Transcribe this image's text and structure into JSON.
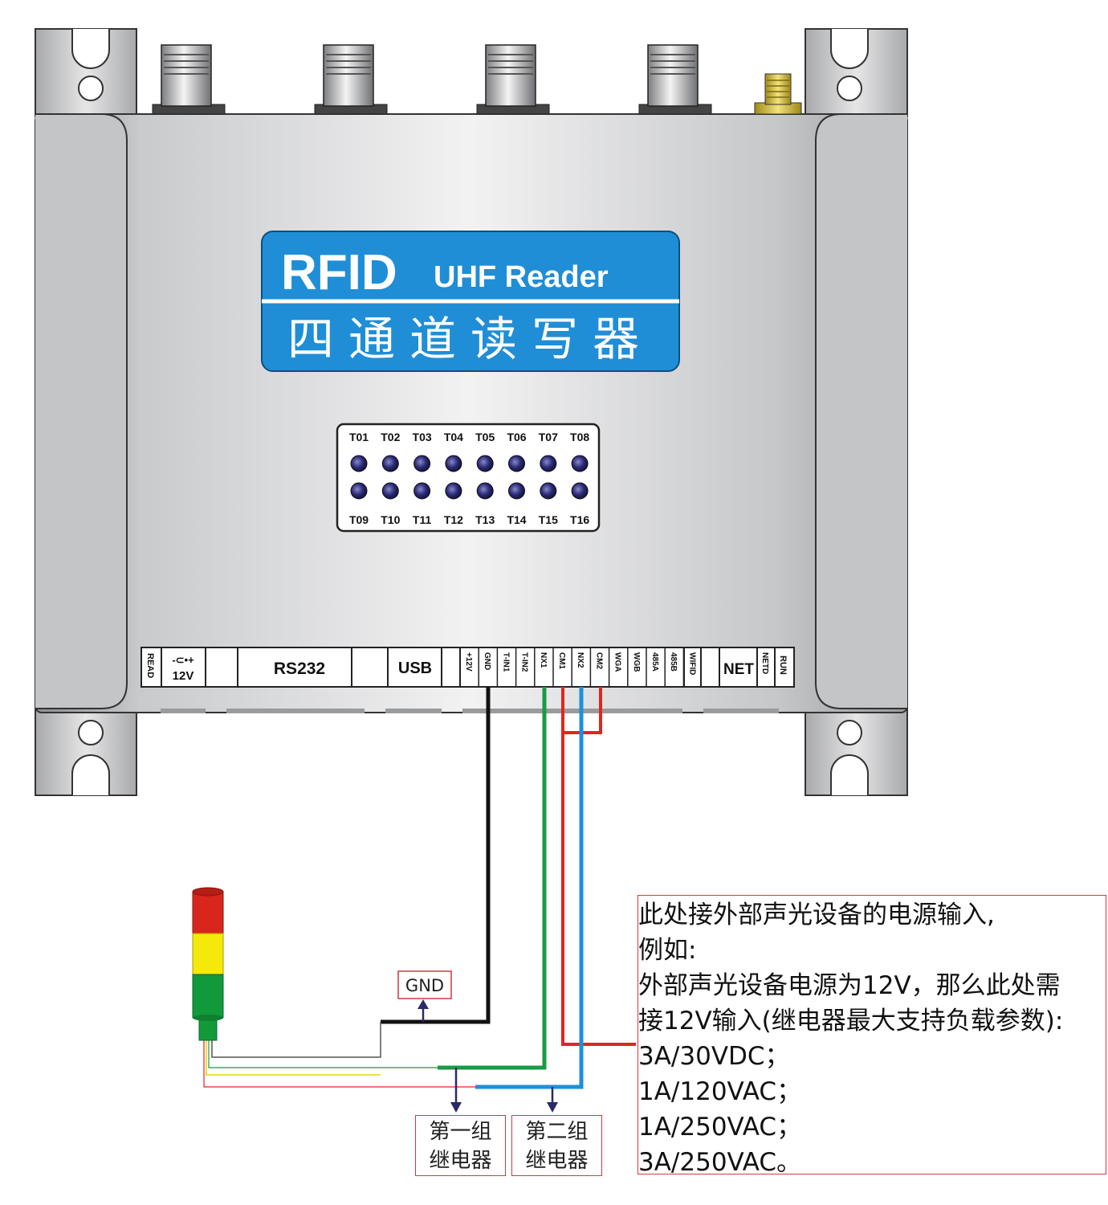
{
  "logo": {
    "title": "RFID",
    "subtitle": "UHF Reader",
    "chinese": "四通道读写器"
  },
  "leds": {
    "top": [
      "T01",
      "T02",
      "T03",
      "T04",
      "T05",
      "T06",
      "T07",
      "T08"
    ],
    "bottom": [
      "T09",
      "T10",
      "T11",
      "T12",
      "T13",
      "T14",
      "T15",
      "T16"
    ]
  },
  "ports": {
    "read": "READ",
    "power_symbol": "-⊂•+",
    "power": "12V",
    "rs232": "RS232",
    "usb": "USB",
    "pins": [
      "+12V",
      "GND",
      "T-IN1",
      "T-IN2",
      "NX1",
      "CM1",
      "NX2",
      "CM2",
      "WGA",
      "WGB",
      "485A",
      "485B",
      "WIFID"
    ],
    "net": "NET",
    "netd": "NETD",
    "run": "RUN"
  },
  "labels": {
    "gnd": "GND",
    "relay1_line1": "第一组",
    "relay1_line2": "继电器",
    "relay2_line1": "第二组",
    "relay2_line2": "继电器"
  },
  "note": {
    "lines": [
      "此处接外部声光设备的电源输入,",
      "例如:",
      "外部声光设备电源为12V，那么此处需",
      "接12V输入(继电器最大支持负载参数):",
      "3A/30VDC；",
      "1A/120VAC；",
      "1A/250VAC；",
      "3A/250VAC。"
    ]
  },
  "colors": {
    "wire_gnd": "#111111",
    "wire_nx1": "#1a9a46",
    "wire_nx2": "#1e90d8",
    "wire_cm": "#e0261f",
    "panel_blue": "#1f8ed6",
    "tower_red": "#d9261c",
    "tower_yellow": "#f5e80a",
    "tower_green": "#129a3a"
  }
}
